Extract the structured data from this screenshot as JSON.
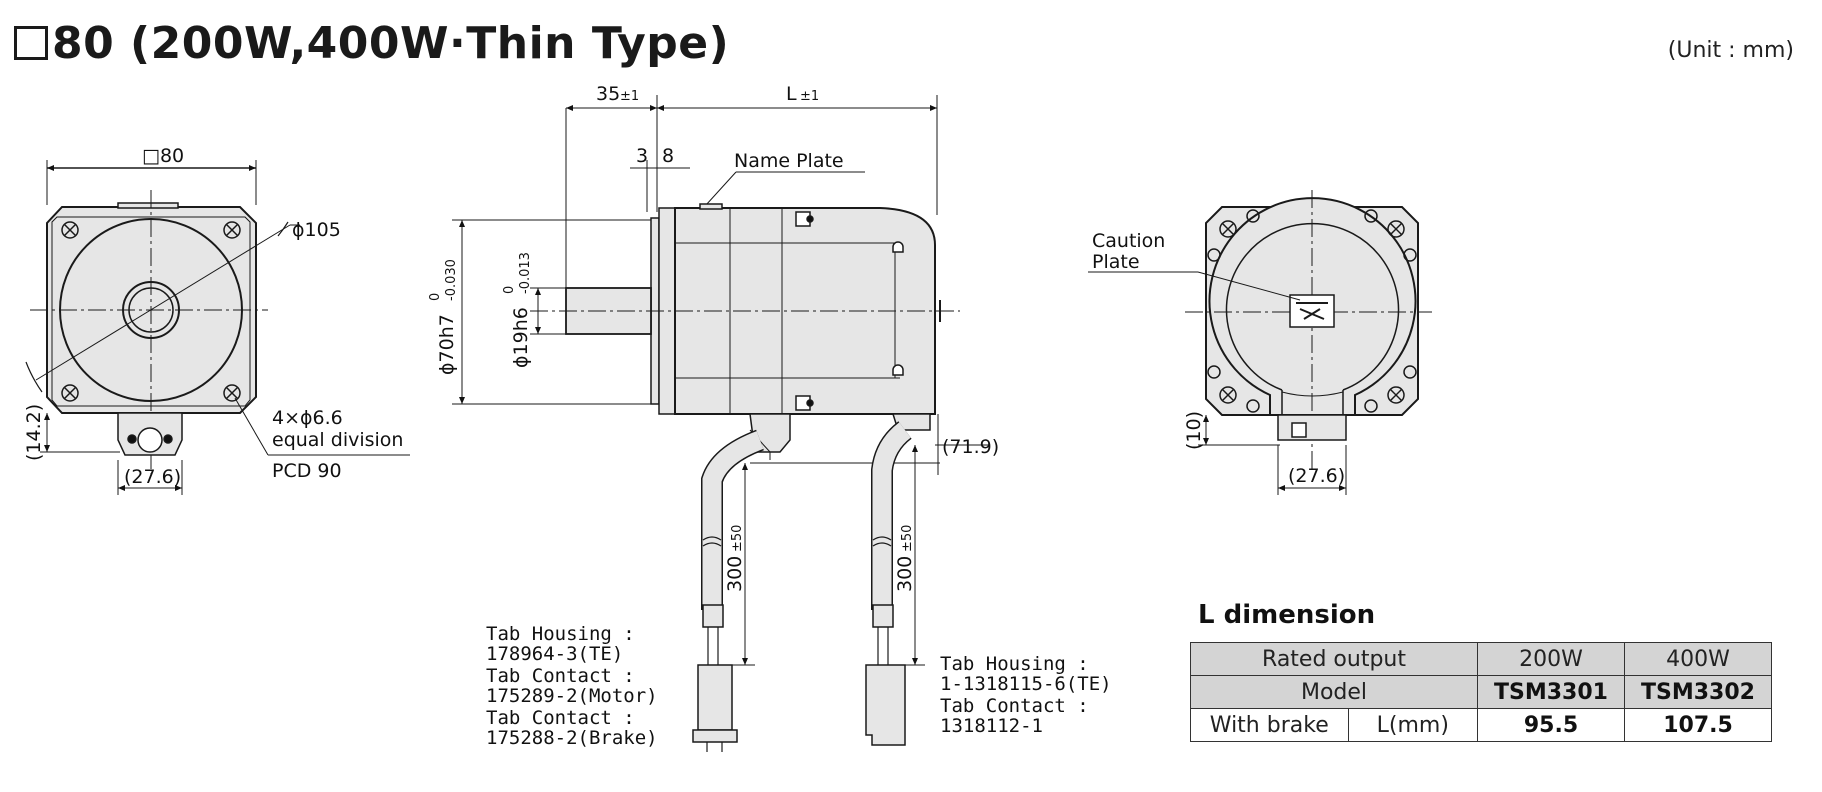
{
  "header": {
    "title": "80 (200W,400W·Thin Type)",
    "unit": "(Unit : mm)"
  },
  "front_view": {
    "square_dim": "□80",
    "phi_105": "ϕ105",
    "dim_14_2": "(14.2)",
    "dim_27_6": "(27.6)",
    "holes_line1": "4×ϕ6.6",
    "holes_line2": "equal division",
    "pcd": "PCD 90"
  },
  "side_view": {
    "dim_35": "35",
    "dim_35_tol": "±1",
    "dim_L": "L",
    "dim_L_tol": "±1",
    "dim_3": "3",
    "dim_8": "8",
    "name_plate": "Name Plate",
    "phi70_main": "ϕ70h7",
    "phi70_upper": "0",
    "phi70_lower": "-0.030",
    "phi19_main": "ϕ19h6",
    "phi19_upper": "0",
    "phi19_lower": "-0.013",
    "dim_71_9": "(71.9)",
    "cable_len_1": "300",
    "cable_tol_1": "±50",
    "cable_len_2": "300",
    "cable_tol_2": "±50"
  },
  "connector_left": {
    "lines": [
      "Tab Housing :",
      " 178964-3(TE)",
      "Tab Contact :",
      " 175289-2(Motor)",
      "Tab Contact :",
      " 175288-2(Brake)"
    ]
  },
  "connector_right": {
    "lines": [
      "Tab Housing :",
      " 1-1318115-6(TE)",
      "Tab Contact :",
      " 1318112-1"
    ]
  },
  "rear_view": {
    "caution_line1": "Caution",
    "caution_line2": "Plate",
    "dim_10": "(10)",
    "dim_27_6": "(27.6)"
  },
  "l_dimension": {
    "title": "L dimension",
    "rated_output_label": "Rated output",
    "model_label": "Model",
    "with_brake_label": "With brake",
    "l_mm_label": "L(mm)",
    "columns": [
      {
        "output": "200W",
        "model": "TSM3301",
        "l": "95.5"
      },
      {
        "output": "400W",
        "model": "TSM3302",
        "l": "107.5"
      }
    ]
  },
  "colors": {
    "body_fill": "#e6e6e6",
    "line": "#1a1a1a",
    "table_header": "#d4d4d4"
  }
}
